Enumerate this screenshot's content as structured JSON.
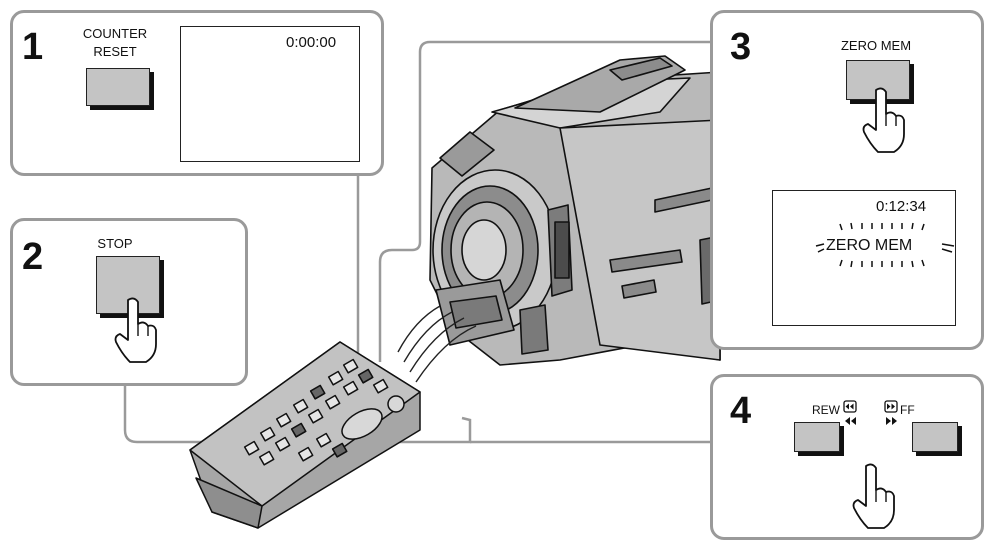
{
  "steps": {
    "s1": {
      "number": "1",
      "button_label_line1": "COUNTER",
      "button_label_line2": "RESET",
      "counter": "0:00:00"
    },
    "s2": {
      "number": "2",
      "button_label": "STOP"
    },
    "s3": {
      "number": "3",
      "button_label": "ZERO MEM",
      "counter": "0:12:34",
      "flash_text": "ZERO MEM"
    },
    "s4": {
      "number": "4",
      "rew_label": "REW",
      "ff_label": "FF"
    }
  },
  "colors": {
    "panel_border": "#9a9a9a",
    "button_fill": "#c4c4c4",
    "line": "#999999"
  }
}
